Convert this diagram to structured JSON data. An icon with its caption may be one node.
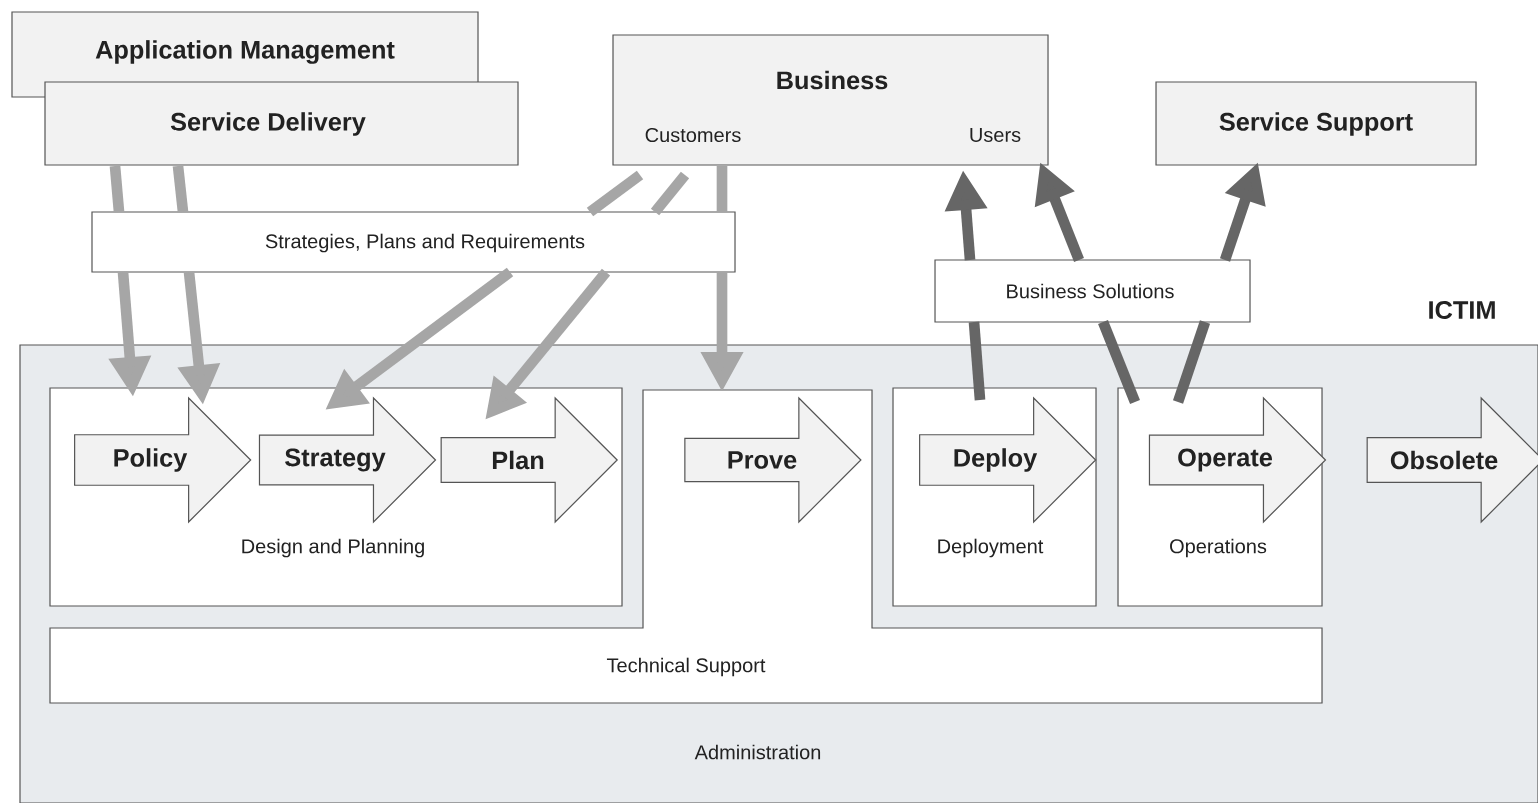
{
  "diagram": {
    "nodes": [
      {
        "text": [
          "Application Management"
        ]
      },
      {
        "text": [
          "Service Delivery"
        ]
      },
      {
        "text": [
          "Business",
          "Customers",
          "Users"
        ]
      },
      {
        "text": [
          "Service Support"
        ]
      },
      {
        "text": [
          "Strategies, Plans and Requirements"
        ]
      },
      {
        "text": [
          "Business Solutions"
        ]
      },
      {
        "text": [
          "ICTIM",
          "Administration"
        ]
      },
      {
        "text": [
          "Design and Planning"
        ],
        "in": 6
      },
      {
        "text": [
          "Policy"
        ],
        "in": 7
      },
      {
        "text": [
          "Strategy"
        ],
        "in": 7
      },
      {
        "text": [
          "Plan"
        ],
        "in": 7
      },
      {
        "text": [
          "Technical Support"
        ],
        "in": 6
      },
      {
        "text": [
          "Prove"
        ],
        "in": 11
      },
      {
        "text": [
          "Deployment"
        ],
        "in": 6
      },
      {
        "text": [
          "Deploy"
        ],
        "in": 13
      },
      {
        "text": [
          "Operations"
        ],
        "in": 6
      },
      {
        "text": [
          "Operate"
        ],
        "in": 15
      },
      {
        "text": [
          "Obsolete"
        ],
        "in": 6
      }
    ],
    "edges": [
      {
        "from": 1,
        "to": 4,
        "arrow": "none"
      },
      {
        "from": 4,
        "to": 8,
        "arrow": "to"
      },
      {
        "from": 1,
        "to": 4,
        "arrow": "none"
      },
      {
        "from": 4,
        "to": 8,
        "arrow": "to"
      },
      {
        "from": 2,
        "to": 4,
        "arrow": "none"
      },
      {
        "from": 4,
        "to": 9,
        "arrow": "to"
      },
      {
        "from": 2,
        "to": 4,
        "arrow": "none"
      },
      {
        "from": 4,
        "to": 10,
        "arrow": "to"
      },
      {
        "from": 2,
        "to": 4,
        "arrow": "none"
      },
      {
        "from": 4,
        "to": 12,
        "arrow": "to"
      },
      {
        "from": 14,
        "to": 5,
        "arrow": "none",
        "color": "#666666"
      },
      {
        "from": 5,
        "to": 2,
        "arrow": "to",
        "color": "#666666"
      },
      {
        "from": 16,
        "to": 5,
        "arrow": "none",
        "color": "#666666"
      },
      {
        "from": 5,
        "to": 2,
        "arrow": "to",
        "color": "#666666"
      },
      {
        "from": 16,
        "to": 5,
        "arrow": "none",
        "color": "#666666"
      },
      {
        "from": 5,
        "to": 3,
        "arrow": "to",
        "color": "#666666"
      }
    ]
  }
}
